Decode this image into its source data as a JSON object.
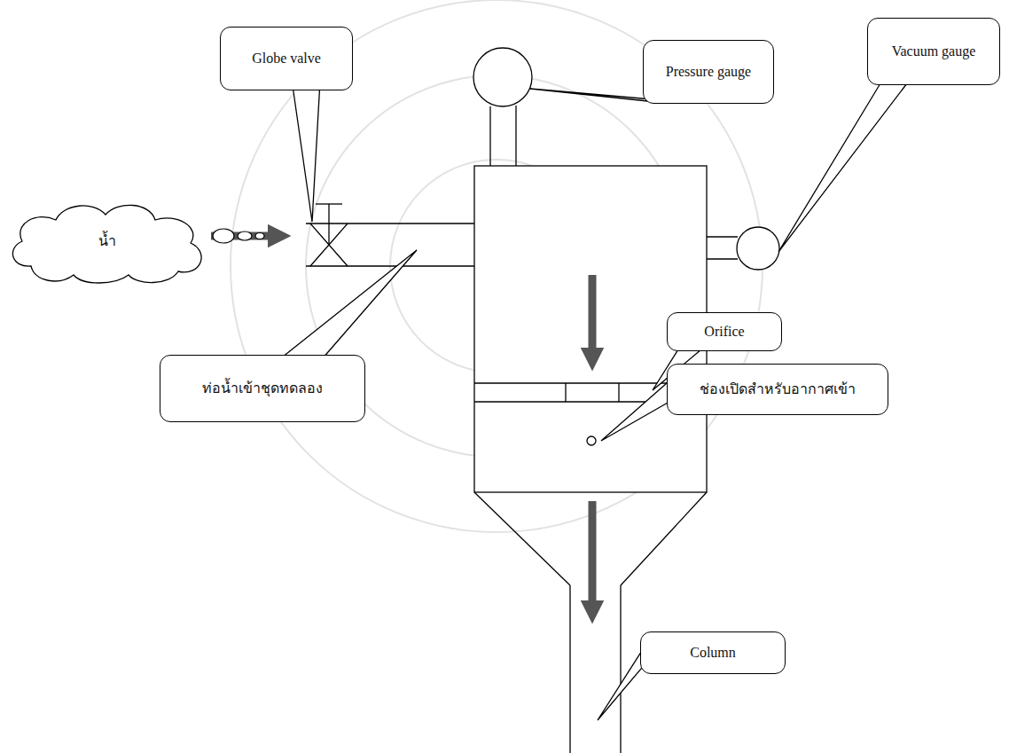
{
  "diagram": {
    "nodes": [
      {
        "text": [
          "Pressure gauge"
        ]
      },
      {
        "text": [
          "Globe valve"
        ]
      },
      {
        "text": [
          "Vacuum gauge"
        ]
      },
      {
        "text": [
          "น้ำ"
        ]
      },
      {
        "text": [
          "Orifice"
        ]
      },
      {
        "text": [
          "ท่อน้ำเข้าชุดทดลอง"
        ]
      },
      {
        "text": [
          "ช่องเปิดสำหรับอากาศเข้า"
        ]
      },
      {
        "text": [
          "Column"
        ]
      }
    ]
  }
}
